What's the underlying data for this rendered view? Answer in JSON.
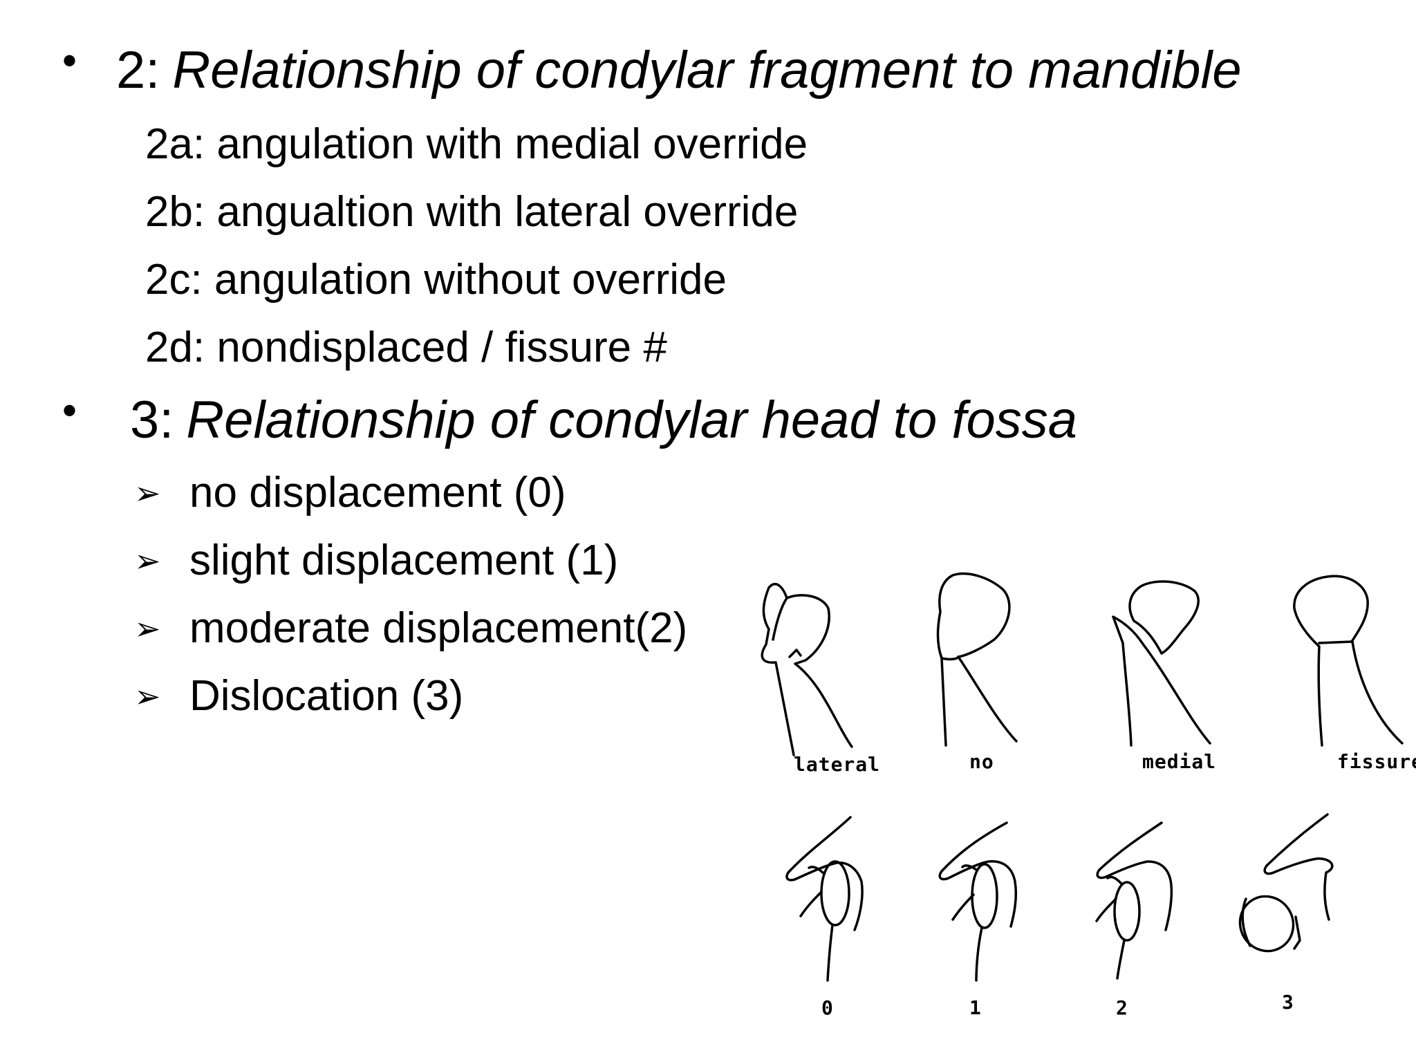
{
  "section2": {
    "bullet": "•",
    "number": "2:",
    "topic": "Relationship of condylar fragment to mandible",
    "items": [
      "2a: angulation with medial override",
      "2b: angualtion with lateral override",
      "2c: angulation  without override",
      "2d: nondisplaced / fissure #"
    ]
  },
  "section3": {
    "bullet": "•",
    "number": "3:",
    "topic": "Relationship of condylar head to fossa",
    "arrow_icon": "arrow-bullet-icon",
    "items": [
      "no displacement (0)",
      "slight displacement (1)",
      "moderate displacement(2)",
      "Dislocation (3)"
    ]
  },
  "figure_top": {
    "labels": [
      "lateral",
      "no",
      "medial",
      "fissure"
    ]
  },
  "figure_bottom": {
    "labels": [
      "0",
      "1",
      "2",
      "3"
    ]
  }
}
